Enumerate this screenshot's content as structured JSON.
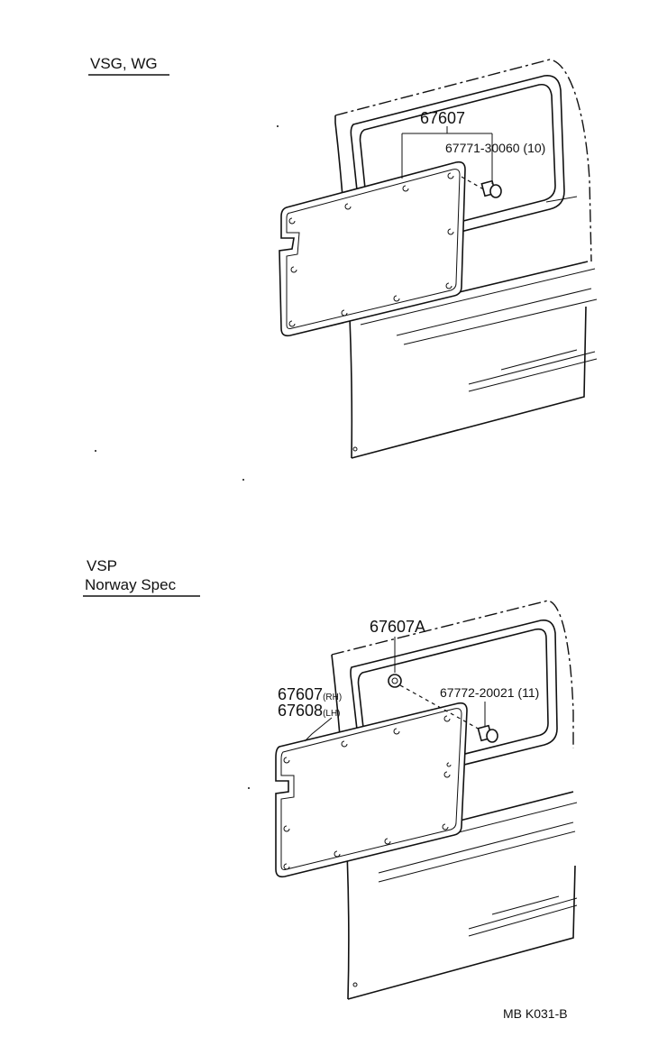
{
  "top": {
    "heading": "VSG, WG",
    "part_panel": "67607",
    "part_clip": "67771-30060 (10)"
  },
  "bottom": {
    "heading_line1": "VSP",
    "heading_line2": "Norway  Spec",
    "part_panel_a": "67607A",
    "part_rh_num": "67607",
    "part_rh_suffix": "(RH)",
    "part_lh_num": "67608",
    "part_lh_suffix": "(LH)",
    "part_clip": "67772-20021 (11)"
  },
  "footer": {
    "code": "MB  K031-B"
  }
}
